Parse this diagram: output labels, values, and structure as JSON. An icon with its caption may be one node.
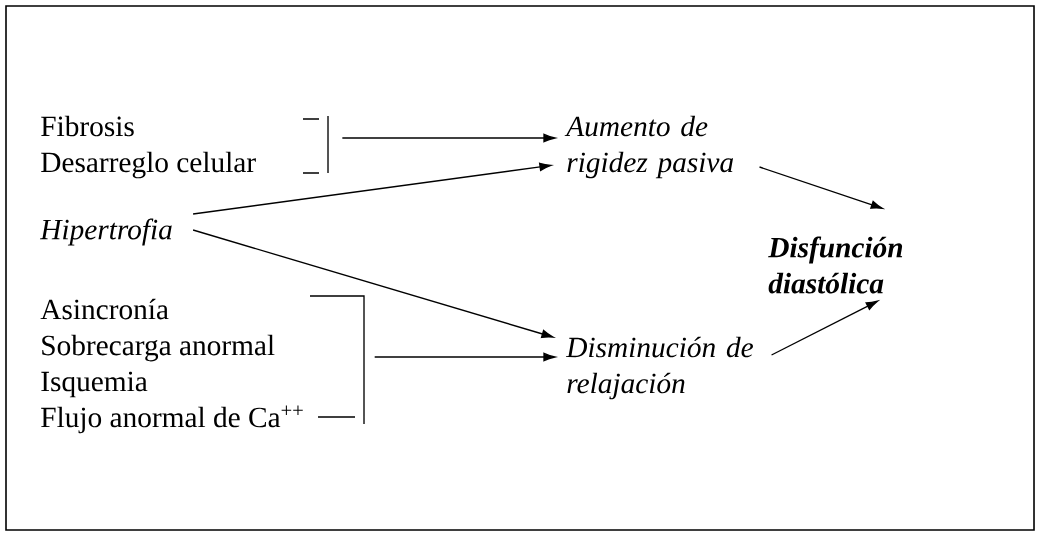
{
  "diagram": {
    "nodes": [
      {
        "text": [
          "Fibrosis",
          "Desarreglo celular"
        ]
      },
      {
        "text": [
          "Aumento de rigidez pasiva"
        ]
      },
      {
        "text": [
          "Hipertrofia"
        ]
      },
      {
        "text": [
          "Disfunción diastólica"
        ]
      },
      {
        "text": [
          "Asincronía",
          "Sobrecarga anormal",
          "Isquemia",
          "Flujo anormal de Ca$^{++}$"
        ]
      },
      {
        "text": [
          "Disminución de relajación"
        ]
      }
    ],
    "edges": [
      {
        "from": 0,
        "to": 1,
        "arrow": "to"
      },
      {
        "from": 2,
        "to": 1,
        "arrow": "to"
      },
      {
        "from": 2,
        "to": 5,
        "arrow": "to"
      },
      {
        "from": 4,
        "to": 5,
        "arrow": "to"
      },
      {
        "from": 1,
        "to": 3,
        "arrow": "to"
      },
      {
        "from": 5,
        "to": 3,
        "arrow": "to"
      }
    ]
  }
}
